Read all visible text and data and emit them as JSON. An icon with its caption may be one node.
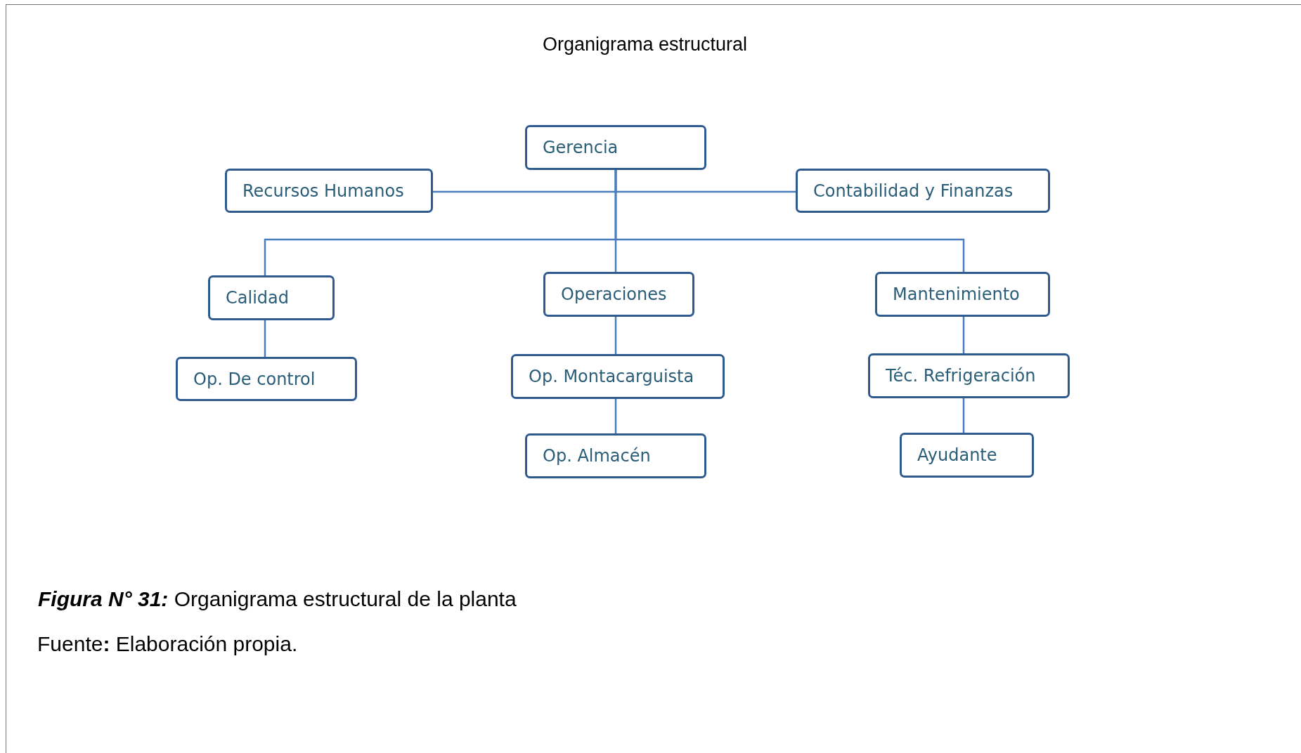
{
  "diagram": {
    "title": "Organigrama estructural",
    "nodes": [
      {
        "text": [
          "Gerencia"
        ]
      },
      {
        "text": [
          "Recursos Humanos"
        ]
      },
      {
        "text": [
          "Contabilidad y Finanzas"
        ]
      },
      {
        "text": [
          "Calidad"
        ]
      },
      {
        "text": [
          "Operaciones"
        ]
      },
      {
        "text": [
          "Mantenimiento"
        ]
      },
      {
        "text": [
          "Op. De control"
        ]
      },
      {
        "text": [
          "Op. Montacarguista"
        ]
      },
      {
        "text": [
          "Téc. Refrigeración"
        ]
      },
      {
        "text": [
          "Op. Almacén"
        ]
      },
      {
        "text": [
          "Ayudante"
        ]
      }
    ],
    "edges": [
      {
        "from": 0,
        "to": 1,
        "arrow": "none"
      },
      {
        "from": 0,
        "to": 2,
        "arrow": "none"
      },
      {
        "from": 0,
        "to": 3,
        "arrow": "none"
      },
      {
        "from": 0,
        "to": 4,
        "arrow": "none"
      },
      {
        "from": 0,
        "to": 5,
        "arrow": "none"
      },
      {
        "from": 3,
        "to": 6,
        "arrow": "none"
      },
      {
        "from": 4,
        "to": 7,
        "arrow": "none"
      },
      {
        "from": 5,
        "to": 8,
        "arrow": "none"
      },
      {
        "from": 7,
        "to": 9,
        "arrow": "none"
      },
      {
        "from": 8,
        "to": 10,
        "arrow": "none"
      }
    ],
    "caption": "**Figura N° 31:** Organigrama estructural de la planta",
    "labels": [
      "Fuente**:** Elaboración propia."
    ]
  }
}
